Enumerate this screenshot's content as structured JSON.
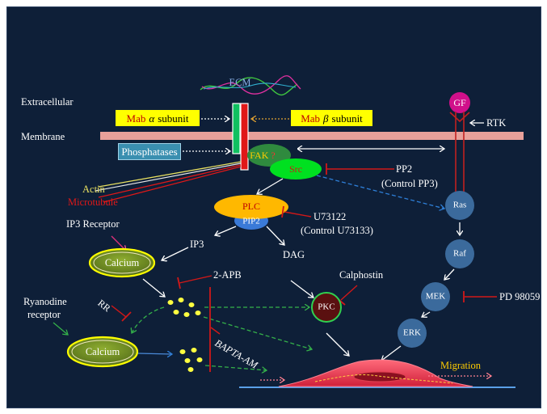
{
  "labels": {
    "ecm": "ECM",
    "extracellular": "Extracellular",
    "membrane": "Membrane",
    "mab_alpha_mab": "Mab",
    "mab_alpha_greek": "α",
    "mab_alpha_word": "subunit",
    "mab_beta_mab": "Mab",
    "mab_beta_greek": "β",
    "mab_beta_word": "subunit",
    "phosphatases": "Phosphatases",
    "fak": "FAK",
    "fak_q": "?",
    "src": "Src",
    "gf": "GF",
    "rtk": "RTK",
    "pp2": "PP2",
    "pp3": "(Control PP3)",
    "actin": "Actin",
    "microtubule": "Microtubule",
    "plc": "PLC",
    "pip2": "PIP2",
    "u73122": "U73122",
    "u73133": "(Control U73133)",
    "ras": "Ras",
    "ip3_receptor": "IP3 Receptor",
    "ip3": "IP3",
    "dag": "DAG",
    "calcium_top": "Calcium",
    "raf": "Raf",
    "twoapb": "2-APB",
    "calphostin": "Calphostin",
    "ryanodine": "Ryanodine",
    "receptor": "receptor",
    "rr": "RR",
    "mek": "MEK",
    "pd98059": "PD 98059",
    "pkc": "PKC",
    "erk": "ERK",
    "calcium_bottom": "Calcium",
    "bapta": "BAPTA-AM",
    "migration": "Migration"
  },
  "colors": {
    "background": "#0e1f38",
    "membrane": "#e8a09a",
    "inhibitor": "#d01818",
    "node_blue": "#3b6a9c",
    "calcium_green": "#6b8a1e",
    "yellow": "#ffff00",
    "cell": "#e8304a",
    "dashed_green": "#34b04a",
    "dashed_blue": "#2e7fd8"
  }
}
